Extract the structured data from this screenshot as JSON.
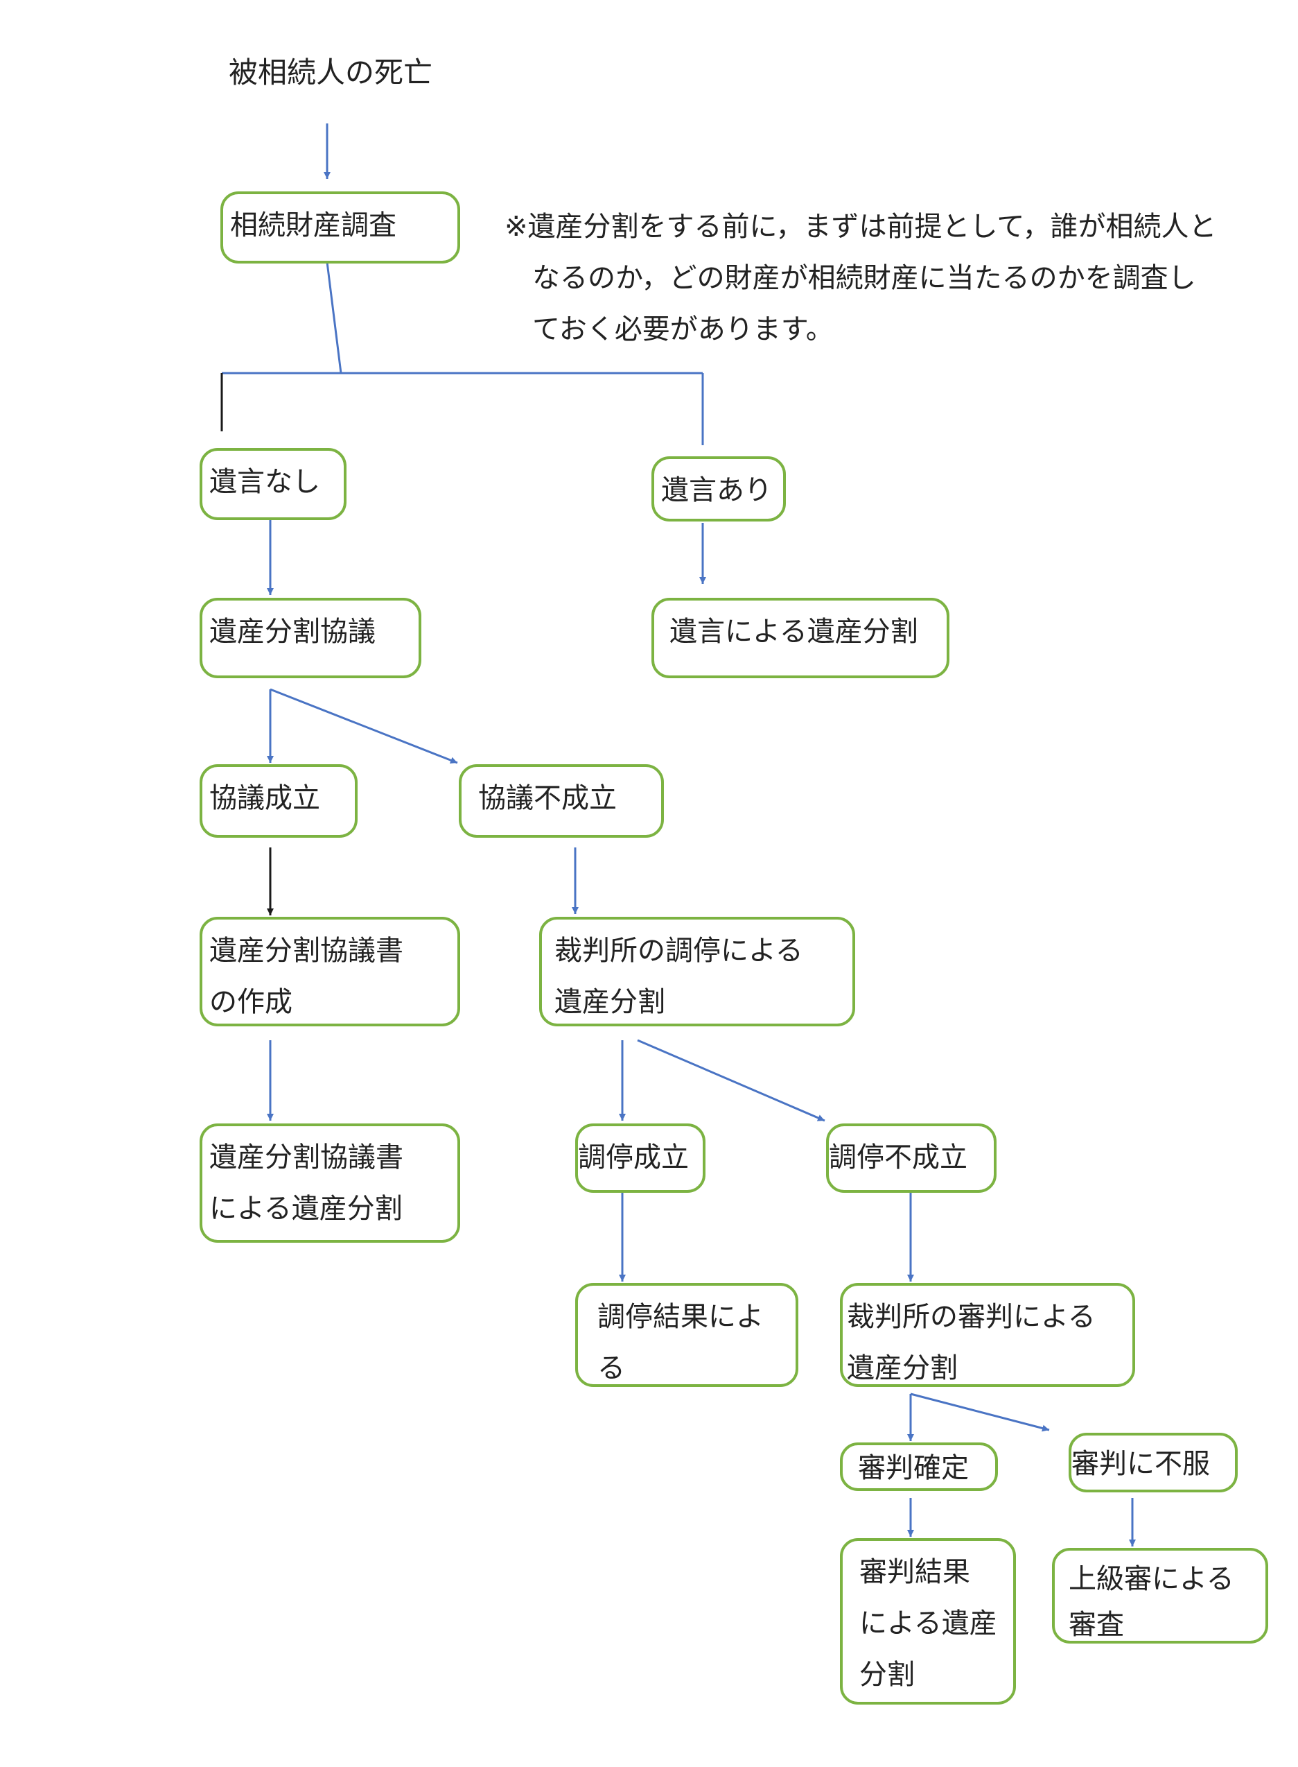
{
  "colors": {
    "box_border": "#7cb342",
    "arrow": "#4a74c4",
    "arrow_dark": "#1a1a1a"
  },
  "start": "被相続人の死亡",
  "nodes": {
    "survey": "相続財産調査",
    "no_will": "遺言なし",
    "with_will": "遺言あり",
    "division_talks": "遺産分割協議",
    "will_division": "遺言による遺産分割",
    "talks_ok": "協議成立",
    "talks_fail": "協議不成立",
    "agreement_doc": "遺産分割協議書\nの作成",
    "mediation_division": "裁判所の調停による\n遺産分割",
    "agreement_division": "遺産分割協議書\nによる遺産分割",
    "mediation_ok": "調停成立",
    "mediation_fail": "調停不成立",
    "mediation_result": "調停結果による\n遺産分割",
    "judgment_division": "裁判所の審判による\n遺産分割",
    "judgment_final": "審判確定",
    "judgment_appeal": "審判に不服",
    "judgment_result": "審判結果\nによる遺産\n分割",
    "higher_review": "上級審による\n審査"
  },
  "note": "※遺産分割をする前に，まずは前提として，誰が相続人と\n　なるのか，どの財産が相続財産に当たるのかを調査し\n　ておく必要があります。"
}
